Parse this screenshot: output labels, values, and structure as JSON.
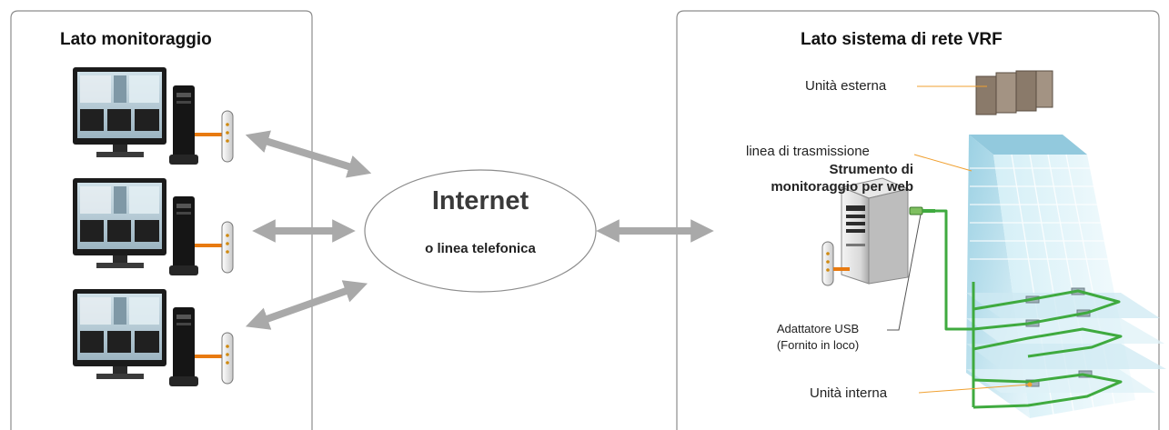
{
  "left_panel": {
    "title": "Lato monitoraggio"
  },
  "right_panel": {
    "title": "Lato sistema di rete VRF"
  },
  "internet": {
    "title": "Internet",
    "subtitle": "o linea telefonica"
  },
  "labels": {
    "outdoor_unit": "Unità esterna",
    "transmission_line": "linea di trasmissione",
    "web_tool_line1": "Strumento di",
    "web_tool_line2": "monitoraggio per web",
    "usb_adapter_line1": "Adattatore USB",
    "usb_adapter_line2": "(Fornito in loco)",
    "indoor_unit": "Unità interna"
  },
  "colors": {
    "arrow": "#a9a9a9",
    "leader_orange": "#f0a030",
    "cable_orange": "#e87a10",
    "network_green": "#3faa3f",
    "building_glass": "#bfe3ee",
    "panel_border": "#8c8c8c"
  }
}
